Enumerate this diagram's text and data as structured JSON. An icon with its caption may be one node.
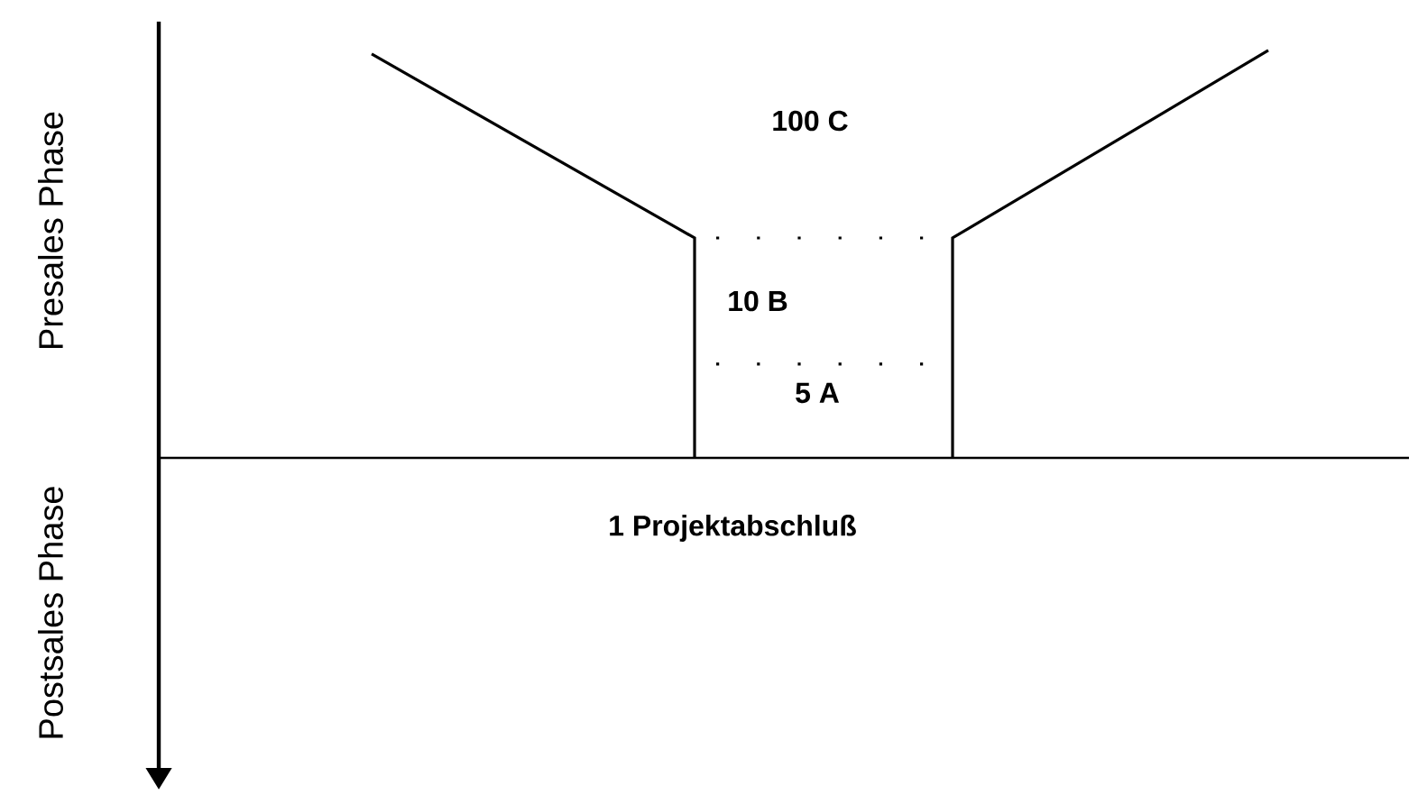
{
  "diagram": {
    "labels": [
      "Presales Phase",
      "Postsales Phase",
      "100 C",
      "10 B",
      "5 A",
      "1 Projektabschluß"
    ]
  }
}
